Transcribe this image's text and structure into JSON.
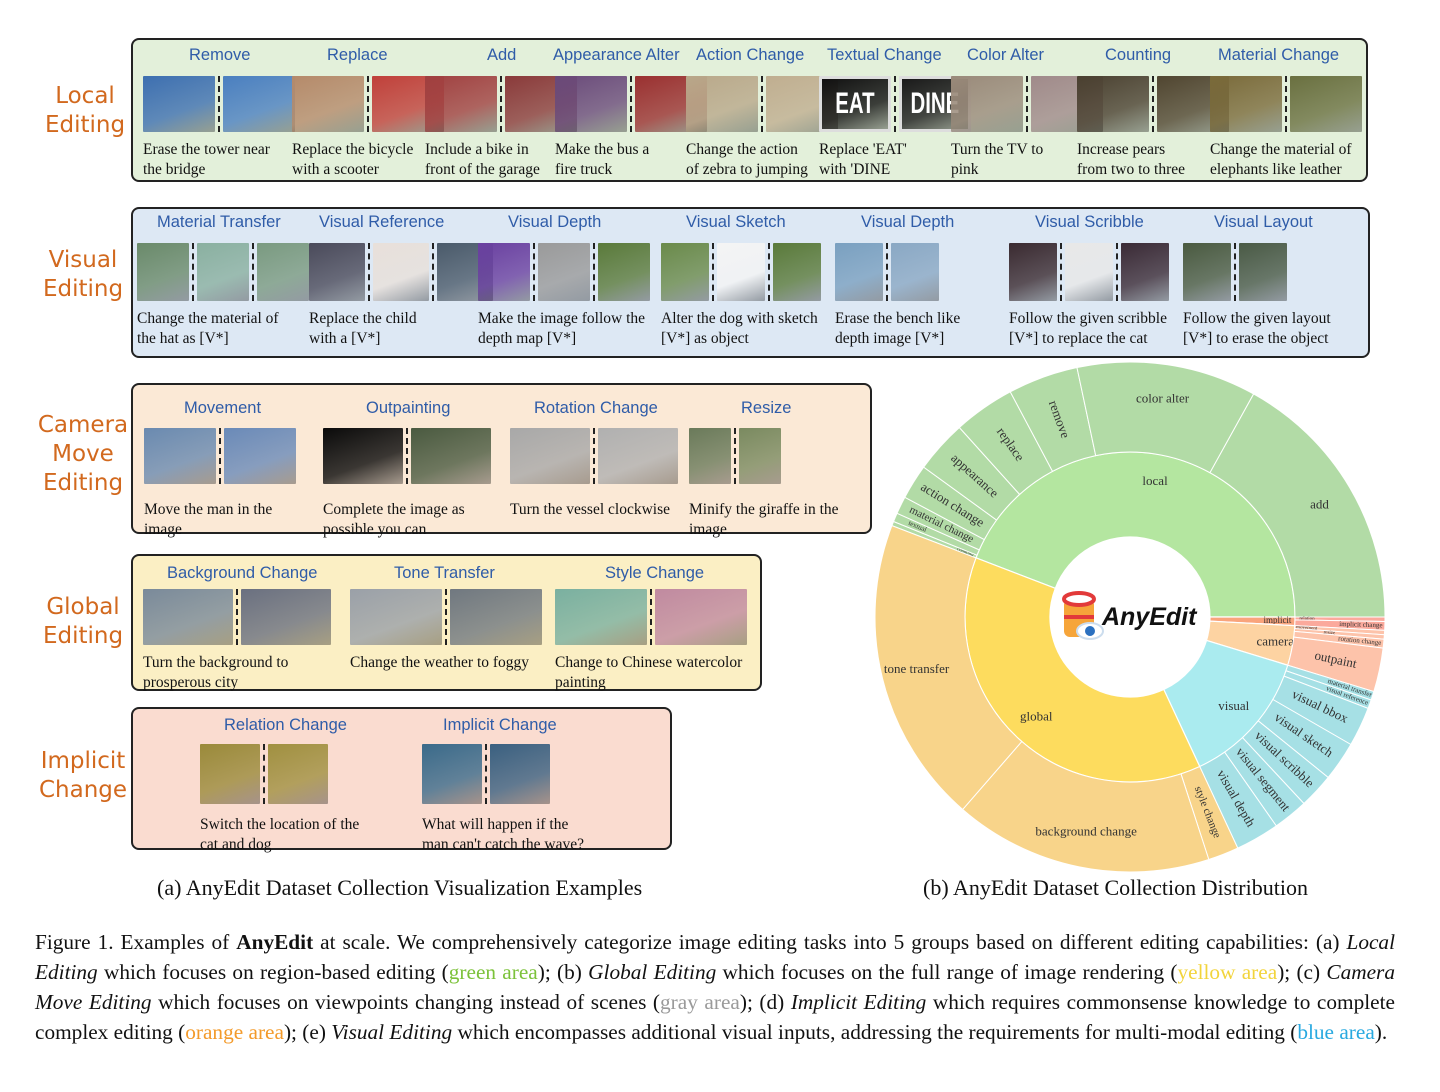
{
  "groups": [
    {
      "label": "Local\nEditing",
      "bg": "#e3f0da",
      "items": [
        {
          "title": "Remove",
          "caption": [
            "Erase the tower near",
            "the bridge"
          ],
          "thumbs": [
            "#3d6fb0",
            "#4a7fc0"
          ]
        },
        {
          "title": "Replace",
          "caption": [
            "Replace the bicycle",
            "with a scooter"
          ],
          "thumbs": [
            "#b58a6a",
            "#c0403a"
          ]
        },
        {
          "title": "Add",
          "caption": [
            "Include a bike in",
            "front of the garage"
          ],
          "thumbs": [
            "#a04040",
            "#8a3a3a"
          ]
        },
        {
          "title": "Appearance Alter",
          "caption": [
            "Make the bus a",
            "fire truck"
          ],
          "thumbs": [
            "#6a4a7a",
            "#9a3030"
          ]
        },
        {
          "title": "Action Change",
          "caption": [
            "Change the action",
            "of zebra to jumping"
          ],
          "thumbs": [
            "#b9a88a",
            "#c0ae90"
          ]
        },
        {
          "title": "Textual Change",
          "caption": [
            "Replace 'EAT'",
            "with 'DINE"
          ],
          "thumbs": [
            "#111111",
            "#1a1a1a"
          ],
          "thumb_text": [
            "EAT",
            "DINE"
          ]
        },
        {
          "title": "Color Alter",
          "caption": [
            "Turn the TV to",
            "pink"
          ],
          "thumbs": [
            "#9a8a7a",
            "#a08a8a"
          ]
        },
        {
          "title": "Counting",
          "caption": [
            "Increase pears",
            "from two to three"
          ],
          "thumbs": [
            "#4a4030",
            "#504530"
          ]
        },
        {
          "title": "Material Change",
          "caption": [
            "Change the material of",
            "elephants like leather"
          ],
          "thumbs": [
            "#7a6a3a",
            "#6a7040"
          ]
        }
      ]
    },
    {
      "label": "Visual\nEditing",
      "bg": "#dde8f4",
      "items": [
        {
          "title": "Material Transfer",
          "caption": [
            "Change the material of",
            "the hat as [V*]"
          ],
          "thumbs": [
            "#6a8a6a",
            "#8ab0a0",
            "#7a9a80"
          ]
        },
        {
          "title": "Visual Reference",
          "caption": [
            "Replace the child",
            "with a [V*]"
          ],
          "thumbs": [
            "#4a4a5a",
            "#e8e0da",
            "#4a5a6a"
          ]
        },
        {
          "title": "Visual Depth",
          "caption": [
            "Make the image follow the",
            "depth map [V*]"
          ],
          "thumbs": [
            "#6a40a0",
            "#9a9a9a",
            "#5a7a3a"
          ]
        },
        {
          "title": "Visual Sketch",
          "caption": [
            "Alter the dog with sketch",
            "[V*] as object"
          ],
          "thumbs": [
            "#6a8a4a",
            "#f4f4f4",
            "#5a7a3a"
          ]
        },
        {
          "title": "Visual Depth",
          "caption": [
            "Erase the bench like",
            "depth image [V*]"
          ],
          "thumbs": [
            "#7aa0c0",
            "#8aa8c4"
          ]
        },
        {
          "title": "Visual Scribble",
          "caption": [
            "Follow the given scribble",
            "[V*] to replace the cat"
          ],
          "thumbs": [
            "#3a2a30",
            "#e8e8e8",
            "#3a2a35"
          ]
        },
        {
          "title": "Visual Layout",
          "caption": [
            "Follow the given layout",
            "[V*] to erase the object"
          ],
          "thumbs": [
            "#4a5a40",
            "#4a5a45"
          ]
        }
      ]
    },
    {
      "label": "Camera\nMove\nEditing",
      "bg": "#fbe9d6",
      "items": [
        {
          "title": "Movement",
          "caption": [
            "Move the man in the",
            "image"
          ],
          "thumbs": [
            "#6a8ab0",
            "#6a8ab8"
          ]
        },
        {
          "title": "Outpainting",
          "caption": [
            "Complete the image as",
            "possible you can"
          ],
          "thumbs": [
            "#0a0a0a",
            "#4a5a40"
          ]
        },
        {
          "title": "Rotation Change",
          "caption": [
            "Turn the vessel clockwise",
            ""
          ],
          "thumbs": [
            "#a8a8a8",
            "#b0b0b0"
          ]
        },
        {
          "title": "Resize",
          "caption": [
            "Minify the giraffe in the",
            "image"
          ],
          "thumbs": [
            "#6a7a5a",
            "#7a8a60"
          ]
        }
      ]
    },
    {
      "label": "Global\nEditing",
      "bg": "#fbefc4",
      "items": [
        {
          "title": "Background Change",
          "caption": [
            "Turn the background to",
            "prosperous city"
          ],
          "thumbs": [
            "#7a8a9a",
            "#6a7080"
          ]
        },
        {
          "title": "Tone Transfer",
          "caption": [
            "Change the weather to foggy",
            ""
          ],
          "thumbs": [
            "#9aa0a8",
            "#707880"
          ]
        },
        {
          "title": "Style Change",
          "caption": [
            "Change to Chinese watercolor",
            "painting"
          ],
          "thumbs": [
            "#7ab0a0",
            "#c08aa0"
          ]
        }
      ]
    },
    {
      "label": "Implicit\nChange",
      "bg": "#fadcd0",
      "items": [
        {
          "title": "Relation Change",
          "caption": [
            "Switch the location of the",
            "cat and dog"
          ],
          "thumbs": [
            "#9a8a3a",
            "#a09040"
          ]
        },
        {
          "title": "Implicit Change",
          "caption": [
            "What will happen if the",
            "man can't catch the wave?"
          ],
          "thumbs": [
            "#3a6a8a",
            "#3a6080"
          ]
        }
      ]
    }
  ],
  "subcaptions": {
    "a": "(a) AnyEdit Dataset Collection Visualization Examples",
    "b": "(b) AnyEdit Dataset Collection Distribution"
  },
  "logo": {
    "text": "AnyEdit",
    "icon": "database-eye-icon"
  },
  "chart_data": {
    "type": "sunburst",
    "title": "",
    "center_label": "AnyEdit",
    "groups": [
      {
        "name": "local",
        "color": "#b4e6a0",
        "child_color": "#b2dba6",
        "children": [
          {
            "name": "counting",
            "value": 1
          },
          {
            "name": "textual",
            "value": 2
          },
          {
            "name": "material change",
            "value": 4
          },
          {
            "name": "action change",
            "value": 8
          },
          {
            "name": "appearance",
            "value": 12
          },
          {
            "name": "replace",
            "value": 14
          },
          {
            "name": "remove",
            "value": 16
          },
          {
            "name": "color alter",
            "value": 41
          },
          {
            "name": "add",
            "value": 61
          }
        ]
      },
      {
        "name": "implicit",
        "color": "#f9a47c",
        "child_color": "#fba99c",
        "children": [
          {
            "name": "relation",
            "value": 1
          },
          {
            "name": "implicit change",
            "value": 2
          }
        ]
      },
      {
        "name": "camera",
        "color": "#fdd3a2",
        "child_color": "#fdc3aa",
        "children": [
          {
            "name": "movement",
            "value": 1
          },
          {
            "name": "resize",
            "value": 1
          },
          {
            "name": "rotation change",
            "value": 2
          },
          {
            "name": "outpaint",
            "value": 10
          }
        ]
      },
      {
        "name": "visual",
        "color": "#aaebef",
        "child_color": "#a6e0e5",
        "children": [
          {
            "name": "material transfer",
            "value": 2
          },
          {
            "name": "visual reference",
            "value": 2
          },
          {
            "name": "visual bbox",
            "value": 9
          },
          {
            "name": "visual sketch",
            "value": 9
          },
          {
            "name": "visual scribble",
            "value": 8
          },
          {
            "name": "visual segment",
            "value": 8
          },
          {
            "name": "visual depth",
            "value": 10
          }
        ]
      },
      {
        "name": "global",
        "color": "#fddc5e",
        "child_color": "#f8d48a",
        "children": [
          {
            "name": "style change",
            "value": 7
          },
          {
            "name": "background change",
            "value": 59
          },
          {
            "name": "tone transfer",
            "value": 70
          }
        ]
      }
    ]
  },
  "caption": {
    "p1": "Figure 1.  Examples of ",
    "b1": "AnyEdit",
    "p2": " at scale.  We comprehensively categorize image editing tasks into 5 groups based on different editing capabilities: (a) ",
    "i1": "Local Editing",
    "p3": " which focuses on region-based editing (",
    "c1": "green area",
    "p4": "); (b) ",
    "i2": "Global Editing",
    "p5": " which focuses on the full range of image rendering (",
    "c2": "yellow area",
    "p6": "); (c) ",
    "i3": "Camera Move Editing",
    "p7": " which focuses on viewpoints changing instead of scenes (",
    "c3": "gray area",
    "p8": "); (d) ",
    "i4": "Implicit Editing",
    "p9": " which requires commonsense knowledge to complete complex editing (",
    "c4": "orange area",
    "p10": "); (e) ",
    "i5": "Visual Editing",
    "p11": " which encompasses additional visual inputs, addressing the requirements for multi-modal editing (",
    "c5": "blue area",
    "p12": ").",
    "colors": {
      "green": "#7cc23a",
      "yellow": "#f2d43c",
      "gray": "#9a9a9a",
      "orange": "#f39a2a",
      "blue": "#28a9e0"
    }
  }
}
